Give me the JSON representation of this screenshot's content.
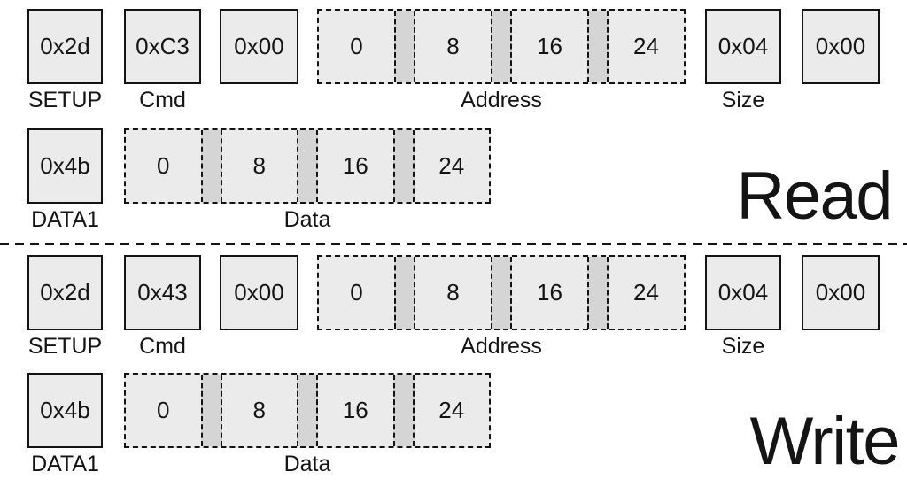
{
  "colors": {
    "background": "#ffffff",
    "box_fill": "#ebebeb",
    "separator_fill": "#d5d5d5",
    "border": "#141414",
    "text": "#141414"
  },
  "sections": {
    "read": {
      "big_label": "Read",
      "row1": {
        "setup_value": "0x2d",
        "setup_label": "SETUP",
        "cmd_value": "0xC3",
        "cmd_label": "Cmd",
        "pad_value": "0x00",
        "address_label": "Address",
        "address_cells": [
          "0",
          "8",
          "16",
          "24"
        ],
        "size_value": "0x04",
        "size_label": "Size",
        "pad2_value": "0x00"
      },
      "row2": {
        "data1_value": "0x4b",
        "data1_label": "DATA1",
        "data_label": "Data",
        "data_cells": [
          "0",
          "8",
          "16",
          "24"
        ]
      }
    },
    "write": {
      "big_label": "Write",
      "row1": {
        "setup_value": "0x2d",
        "setup_label": "SETUP",
        "cmd_value": "0x43",
        "cmd_label": "Cmd",
        "pad_value": "0x00",
        "address_label": "Address",
        "address_cells": [
          "0",
          "8",
          "16",
          "24"
        ],
        "size_value": "0x04",
        "size_label": "Size",
        "pad2_value": "0x00"
      },
      "row2": {
        "data1_value": "0x4b",
        "data1_label": "DATA1",
        "data_label": "Data",
        "data_cells": [
          "0",
          "8",
          "16",
          "24"
        ]
      }
    }
  }
}
